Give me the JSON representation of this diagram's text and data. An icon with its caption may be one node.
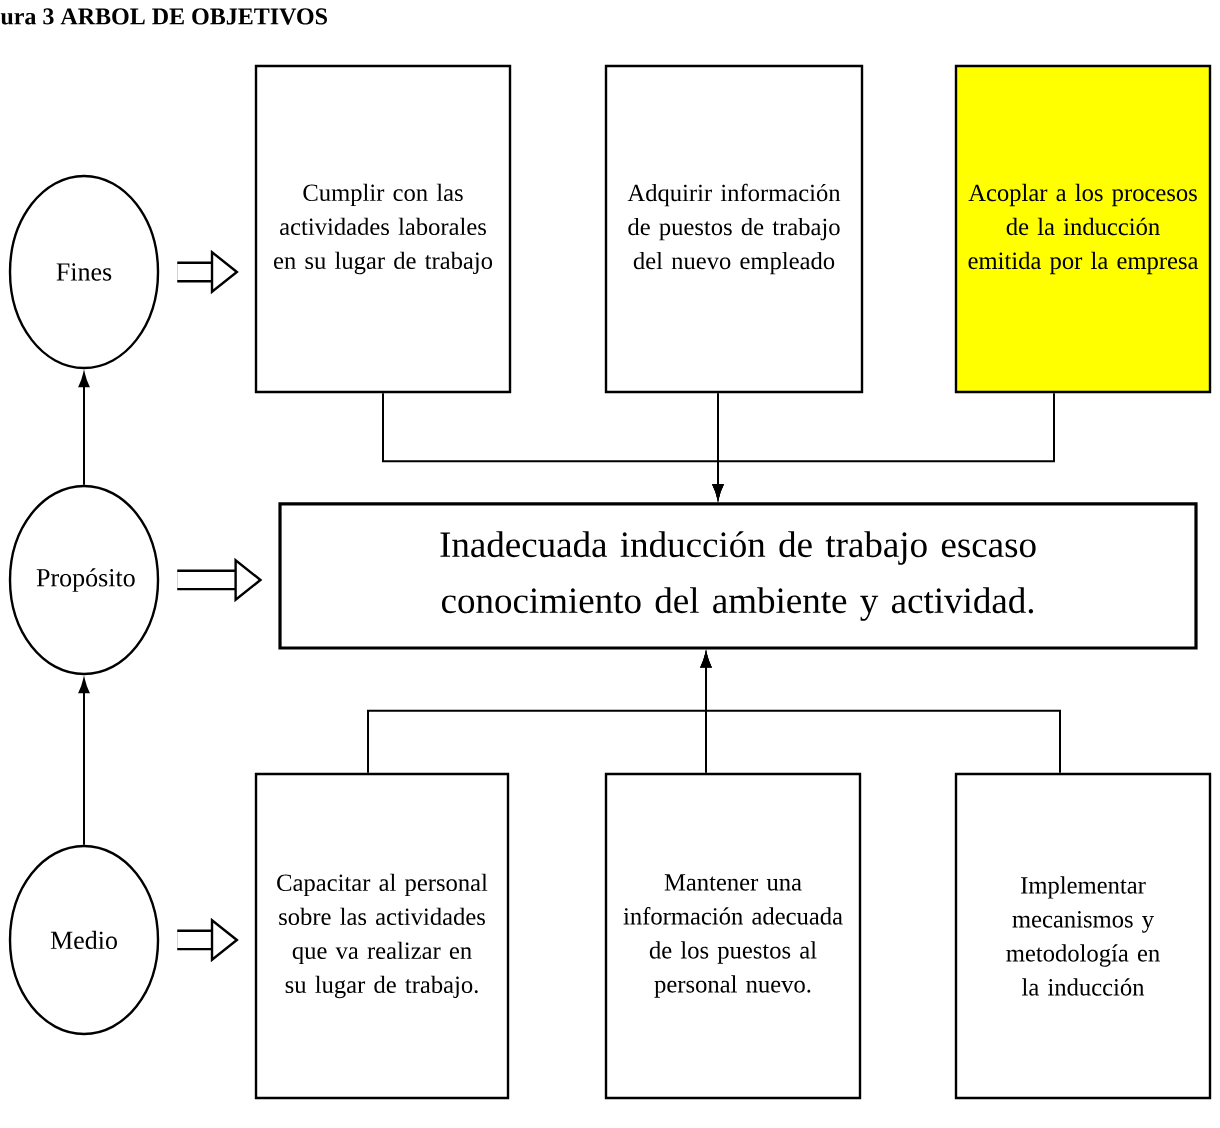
{
  "diagram": {
    "title": "ura 3 ARBOL DE OBJETIVOS",
    "nodes": [
      {
        "text": [
          "Fines"
        ]
      },
      {
        "text": [
          "Propósito"
        ]
      },
      {
        "text": [
          "Medio"
        ]
      },
      {
        "text": [
          "Cumplir con las actividades laborales en su lugar de trabajo"
        ]
      },
      {
        "text": [
          "Adquirir información de puestos de trabajo del nuevo empleado"
        ]
      },
      {
        "text": [
          "Acoplar a los procesos de la inducción emitida por la empresa"
        ]
      },
      {
        "text": [
          "Inadecuada inducción de trabajo escaso conocimiento del ambiente y actividad."
        ]
      },
      {
        "text": [
          "Capacitar al personal sobre las actividades que va realizar en su lugar de trabajo."
        ]
      },
      {
        "text": [
          "Mantener una información adecuada de los puestos al personal nuevo."
        ]
      },
      {
        "text": [
          "Implementar mecanismos y metodología en la inducción"
        ]
      }
    ],
    "edges": [
      {
        "from": 2,
        "to": 1,
        "arrow": "to"
      },
      {
        "from": 1,
        "to": 0,
        "arrow": "to"
      },
      {
        "from": 0,
        "to": 3,
        "arrow": "to",
        "style": "thick"
      },
      {
        "from": 1,
        "to": 6,
        "arrow": "to",
        "style": "thick"
      },
      {
        "from": 2,
        "to": 7,
        "arrow": "to",
        "style": "thick"
      },
      {
        "from": 3,
        "to": 6,
        "arrow": "to"
      },
      {
        "from": 4,
        "to": 6,
        "arrow": "to"
      },
      {
        "from": 5,
        "to": 6,
        "arrow": "to"
      },
      {
        "from": 7,
        "to": 6,
        "arrow": "to"
      },
      {
        "from": 8,
        "to": 6,
        "arrow": "to"
      },
      {
        "from": 9,
        "to": 6,
        "arrow": "to"
      }
    ]
  }
}
